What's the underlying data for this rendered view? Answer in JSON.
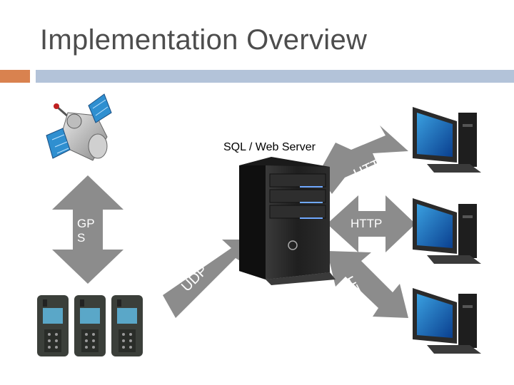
{
  "slide": {
    "title": "Implementation Overview",
    "accent_orange": "#d9824f",
    "accent_blue": "#b3c3d9"
  },
  "nodes": {
    "server_label": "SQL / Web Server",
    "satellite_icon": "satellite-icon",
    "server_icon": "server-tower-icon",
    "phone_icon": "mobile-phone-icon",
    "computer_icon": "desktop-computer-icon"
  },
  "arrows": {
    "gps_label": "GP\nS",
    "udp_label": "UDP",
    "http_top_label": "HTTP",
    "http_mid_label": "HTTP",
    "http_bottom_label": "HTTP",
    "arrow_color": "#8c8c8c"
  }
}
